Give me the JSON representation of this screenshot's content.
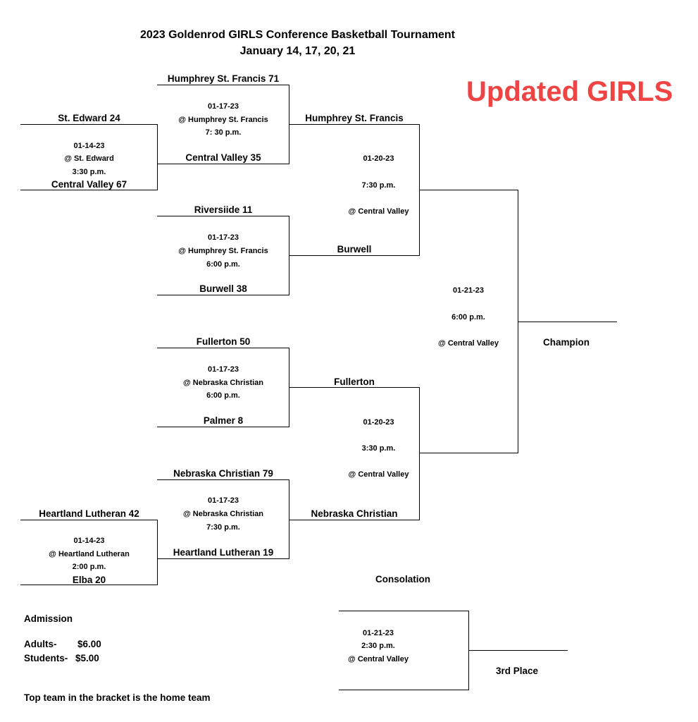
{
  "header": {
    "title": "2023  Goldenrod GIRLS Conference Basketball Tournament",
    "dates": "January 14, 17, 20, 21",
    "updated_banner": "Updated GIRLS",
    "updated_color": "#ef4444"
  },
  "first_round": [
    {
      "top": "St. Edward 24",
      "bottom": "Central Valley 67",
      "date": "01-14-23",
      "site": "@ St. Edward",
      "time": "3:30 p.m."
    },
    {
      "top": "Heartland Lutheran 42",
      "bottom": "Elba 20",
      "date": "01-14-23",
      "site": "@ Heartland Lutheran",
      "time": "2:00 p.m."
    }
  ],
  "quarterfinals": [
    {
      "top": "Humphrey St. Francis 71",
      "bottom": "Central Valley 35",
      "date": "01-17-23",
      "site": "@ Humphrey St. Francis",
      "time": "7: 30 p.m."
    },
    {
      "top": "Riversiide 11",
      "bottom": "Burwell 38",
      "date": "01-17-23",
      "site": "@ Humphrey St. Francis",
      "time": "6:00 p.m."
    },
    {
      "top": "Fullerton 50",
      "bottom": "Palmer 8",
      "date": "01-17-23",
      "site": "@ Nebraska Christian",
      "time": "6:00 p.m."
    },
    {
      "top": "Nebraska Christian 79",
      "bottom": "Heartland Lutheran 19",
      "date": "01-17-23",
      "site": "@ Nebraska Christian",
      "time": "7:30 p.m."
    }
  ],
  "semifinals": [
    {
      "top": "Humphrey St. Francis",
      "bottom": "Burwell",
      "date": "01-20-23",
      "time": "7:30 p.m.",
      "site": "@ Central Valley"
    },
    {
      "top": "Fullerton",
      "bottom": "Nebraska Christian",
      "date": "01-20-23",
      "time": "3:30 p.m.",
      "site": "@ Central Valley"
    }
  ],
  "final": {
    "date": "01-21-23",
    "time": "6:00 p.m.",
    "site": "@ Central Valley",
    "winner_label": "Champion"
  },
  "consolation": {
    "heading": "Consolation",
    "date": "01-21-23",
    "time": "2:30 p.m.",
    "site": "@ Central Valley",
    "winner_label": "3rd Place"
  },
  "admission": {
    "heading": "Admission",
    "adults_label": "Adults-",
    "adults_price": "$6.00",
    "students_label": "Students-",
    "students_price": "$5.00"
  },
  "footnote": "Top team in the bracket is the home team"
}
